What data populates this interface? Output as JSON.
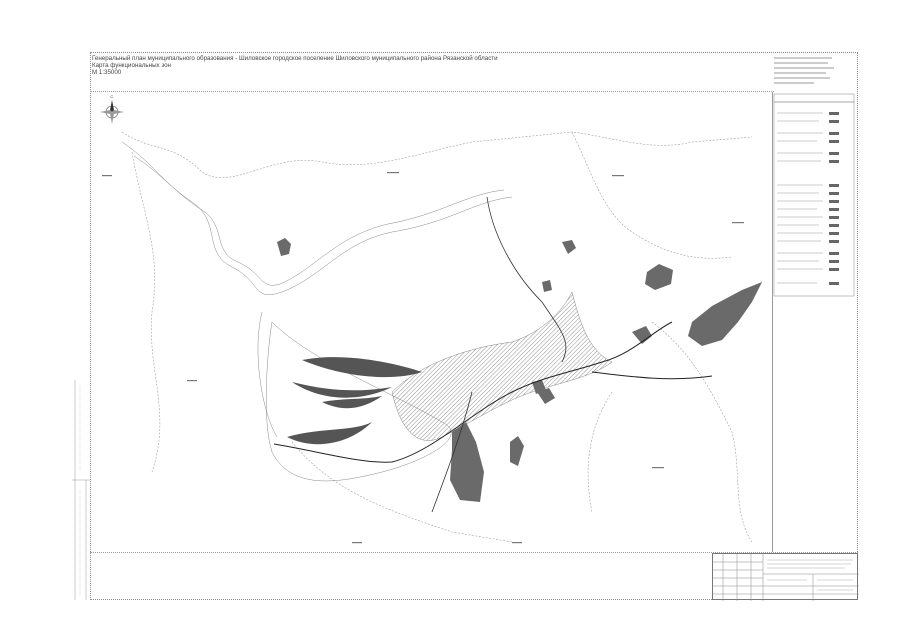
{
  "title": {
    "line1": "Генеральный план муниципального образования - Шиловское городское поселение Шиловского муниципального района Рязанской области",
    "line2": "Карта функциональных зон",
    "line3": "М 1:35000"
  },
  "compass": {
    "north": "С"
  },
  "colors": {
    "ink": "#4a4a4a",
    "fill": "#6e6e6e",
    "line": "#9a9a9a",
    "road": "#222222"
  }
}
